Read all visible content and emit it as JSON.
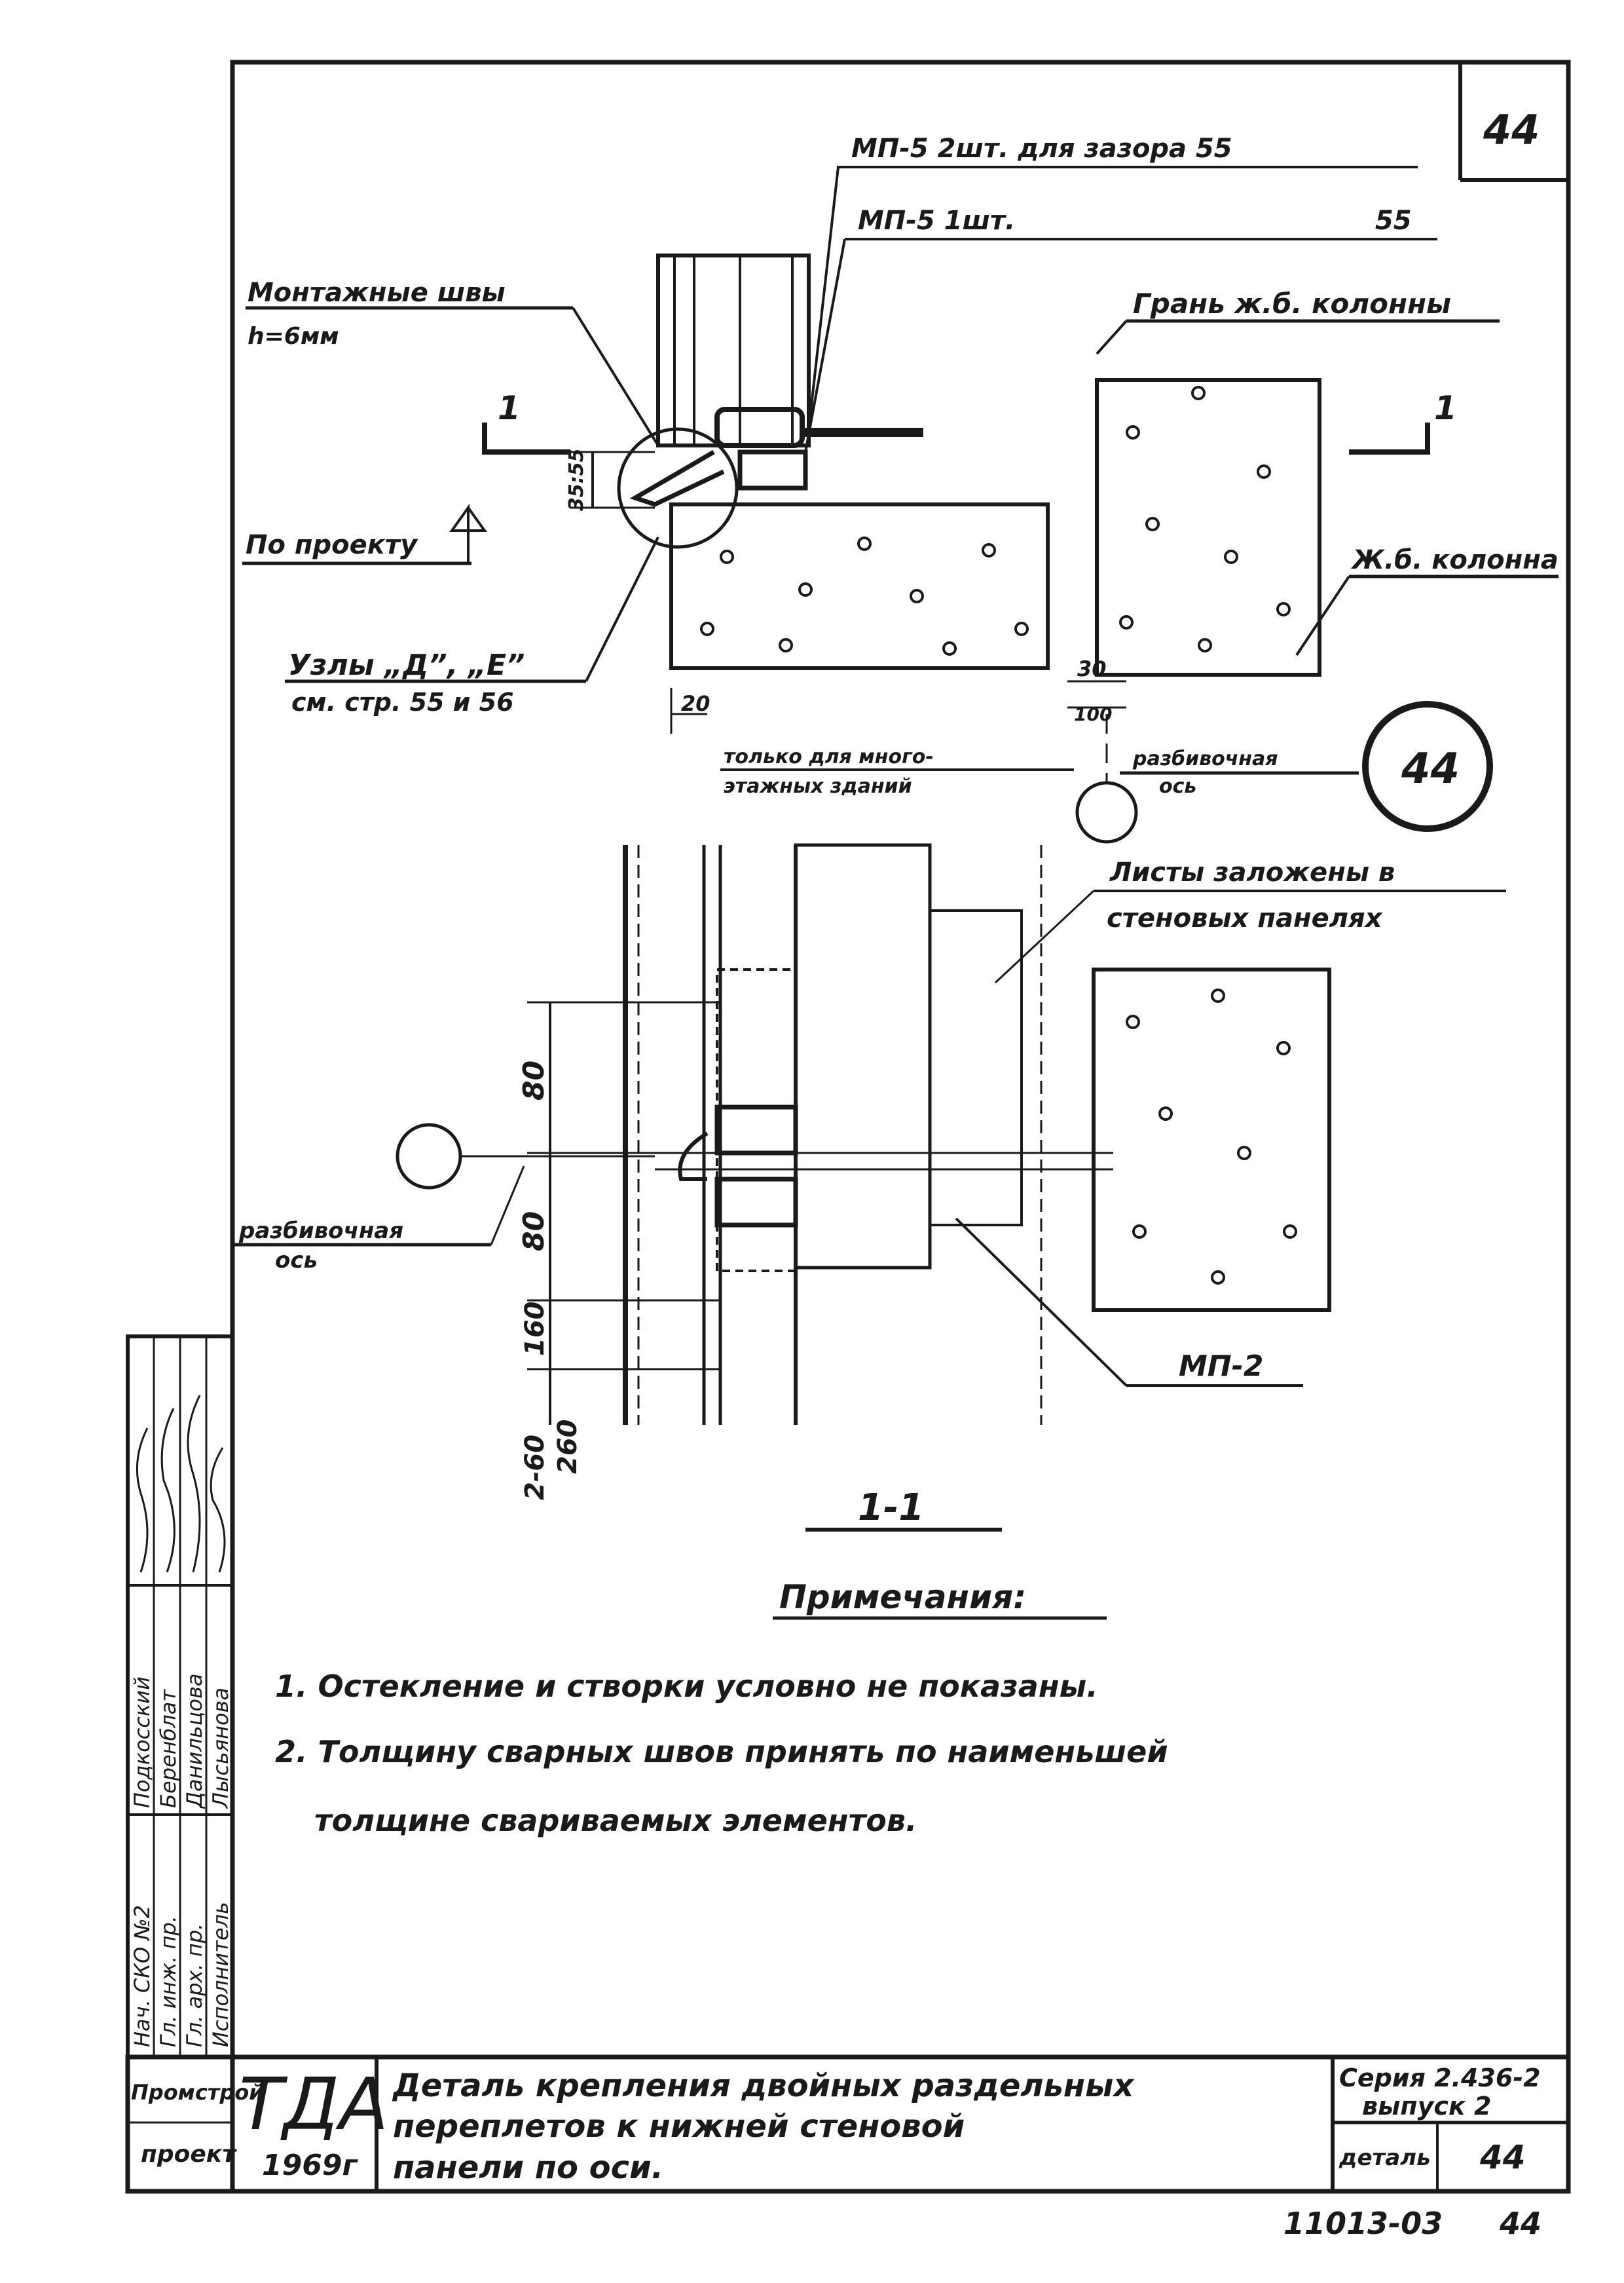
{
  "sheet_number": "44",
  "top_callout": {
    "line1": "МП-5 2шт. для зазора 55",
    "line2_left": "МП-5 1шт.",
    "line2_right": "55"
  },
  "labels": {
    "mount_welds": "Монтажные швы",
    "weld_h": "h=6мм",
    "column_face": "Грань ж.б. колонны",
    "column": "Ж.б. колонна",
    "by_project": "По проекту",
    "nodes": "Узлы „Д”, „Е”",
    "nodes_ref": "см. стр. 55 и 56",
    "multistorey_1": "только для много-",
    "multistorey_2": "этажных зданий",
    "axis_1": "разбивочная",
    "axis_2": "ось",
    "sheets_1": "Листы заложены в",
    "sheets_2": "стеновых панелях",
    "mp2": "МП-2",
    "section_mark_left": "1",
    "section_mark_right": "1",
    "section_title": "1-1"
  },
  "dimensions": {
    "d35": "35:55",
    "d20": "20",
    "d30": "30",
    "d100": "100",
    "d80a": "80",
    "d80b": "80",
    "d160": "160",
    "d2x60": "2-60",
    "d260": "260"
  },
  "axis_bubble_label": "44",
  "notes": {
    "heading": "Примечания:",
    "note1": "1. Остекление и створки условно не показаны.",
    "note2a": "2. Толщину сварных швов принять по наименьшей",
    "note2b": "толщине свариваемых элементов."
  },
  "signatures": {
    "roles": [
      "Нач. СКО №2",
      "Гл. инж. пр.",
      "Гл. арх. пр.",
      "Исполнитель"
    ],
    "names": [
      "Подкосский",
      "Беренблат",
      "Данильцова",
      "Лысьянова"
    ]
  },
  "title_block": {
    "org_1": "Промстрой",
    "org_2": "проект",
    "stamp": "ТДА",
    "year": "1969г",
    "title_1": "Деталь крепления двойных раздельных",
    "title_2": "переплетов к нижней стеновой",
    "title_3": "панели по оси.",
    "series_1": "Серия 2.436-2",
    "series_2": "выпуск 2",
    "detail_label": "деталь",
    "detail_no": "44"
  },
  "archive_number": "11013-03",
  "archive_sheet": "44"
}
